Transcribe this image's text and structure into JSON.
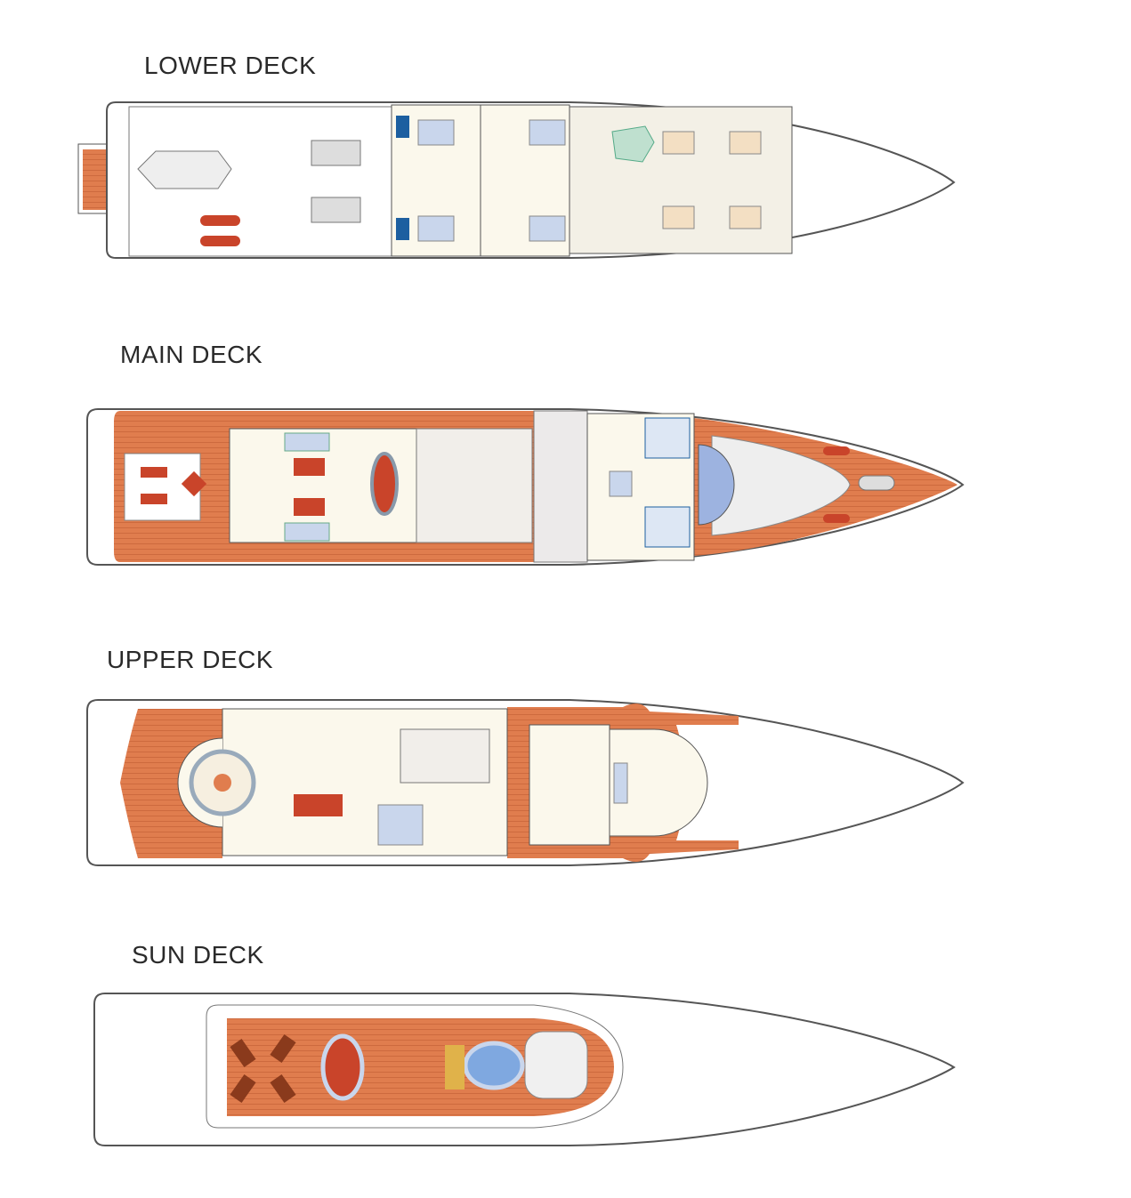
{
  "decks": [
    {
      "label": "LOWER DECK"
    },
    {
      "label": "MAIN DECK"
    },
    {
      "label": "UPPER DECK"
    },
    {
      "label": "SUN DECK"
    }
  ],
  "colors": {
    "teak": "#e07d4e",
    "teak_line": "#c9653a",
    "interior": "#fbf8ec",
    "hull_stroke": "#555555",
    "furniture_red": "#c9442a",
    "upholstery_blue": "#c9d6ec",
    "bath_blue": "#1d5fa0",
    "pool": "#7fa8e0"
  }
}
